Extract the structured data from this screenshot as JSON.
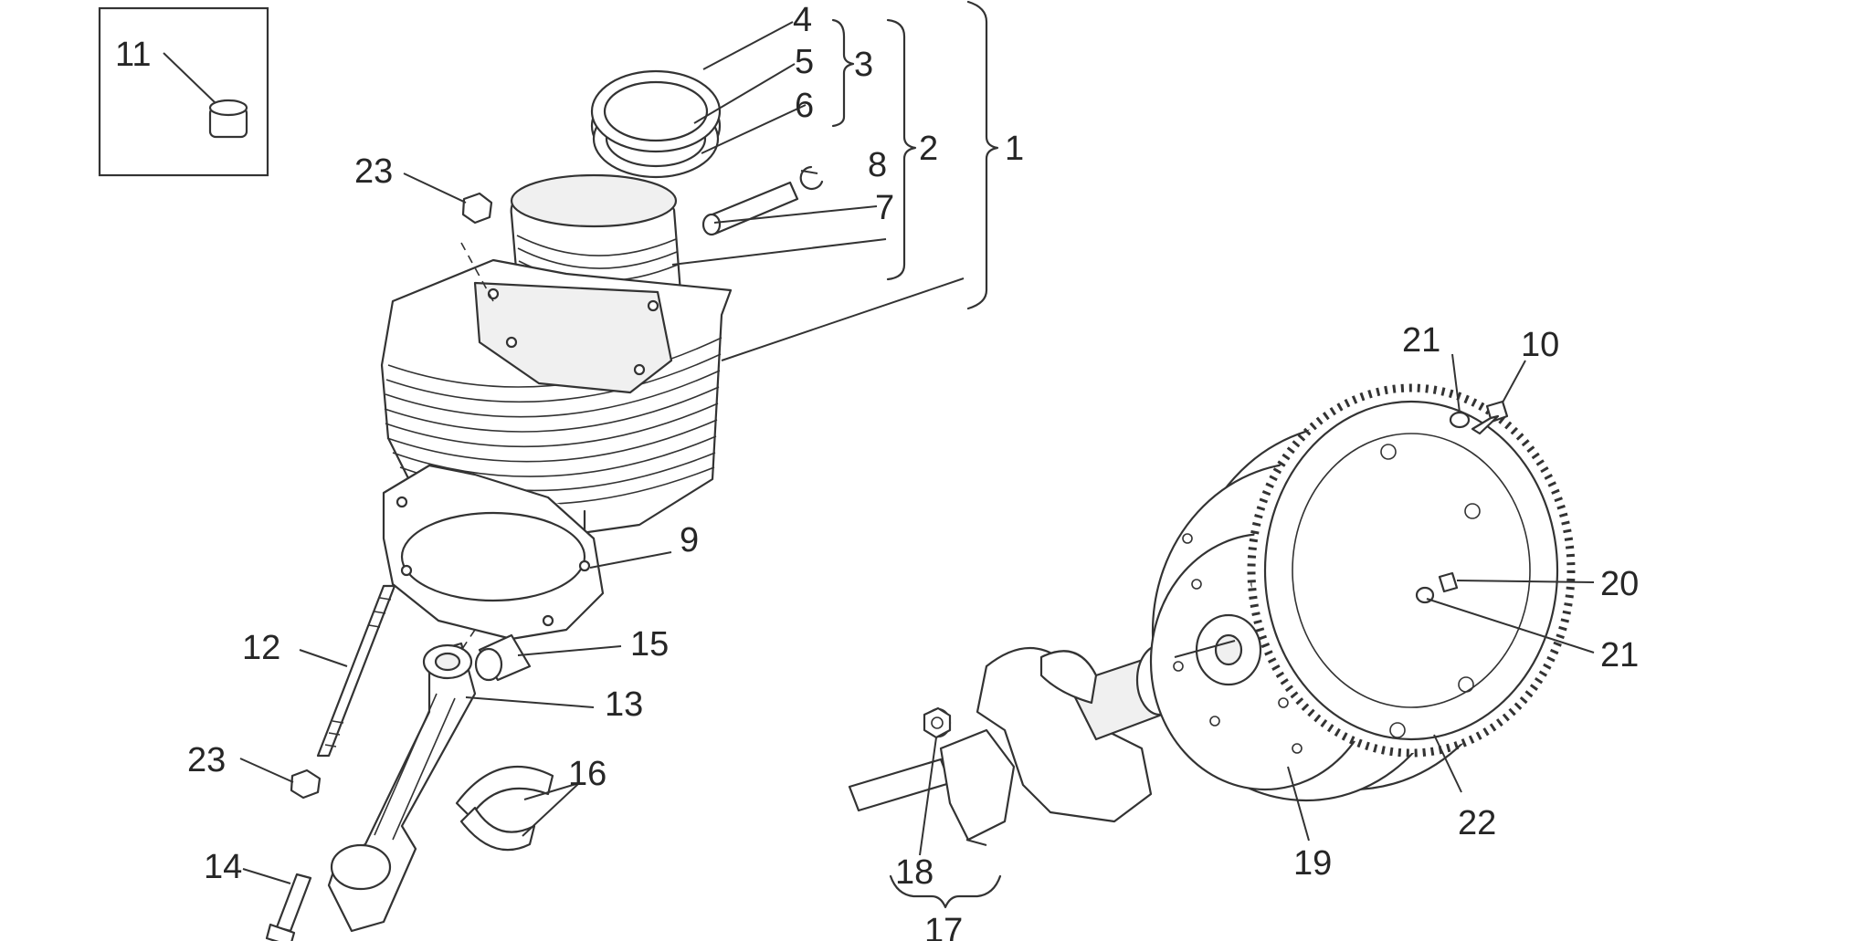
{
  "diagram": {
    "callouts": [
      {
        "id": "c1",
        "text": "1"
      },
      {
        "id": "c2",
        "text": "2"
      },
      {
        "id": "c3",
        "text": "3"
      },
      {
        "id": "c4",
        "text": "4"
      },
      {
        "id": "c5",
        "text": "5"
      },
      {
        "id": "c6",
        "text": "6"
      },
      {
        "id": "c7",
        "text": "7"
      },
      {
        "id": "c8",
        "text": "8"
      },
      {
        "id": "c9",
        "text": "9"
      },
      {
        "id": "c10",
        "text": "10"
      },
      {
        "id": "c11",
        "text": "11"
      },
      {
        "id": "c12",
        "text": "12"
      },
      {
        "id": "c13",
        "text": "13"
      },
      {
        "id": "c14",
        "text": "14"
      },
      {
        "id": "c15",
        "text": "15"
      },
      {
        "id": "c16",
        "text": "16"
      },
      {
        "id": "c17",
        "text": "17"
      },
      {
        "id": "c18",
        "text": "18"
      },
      {
        "id": "c19",
        "text": "19"
      },
      {
        "id": "c20",
        "text": "20"
      },
      {
        "id": "c21a",
        "text": "21"
      },
      {
        "id": "c21b",
        "text": "21"
      },
      {
        "id": "c22",
        "text": "22"
      },
      {
        "id": "c23a",
        "text": "23"
      },
      {
        "id": "c23b",
        "text": "23"
      }
    ]
  }
}
